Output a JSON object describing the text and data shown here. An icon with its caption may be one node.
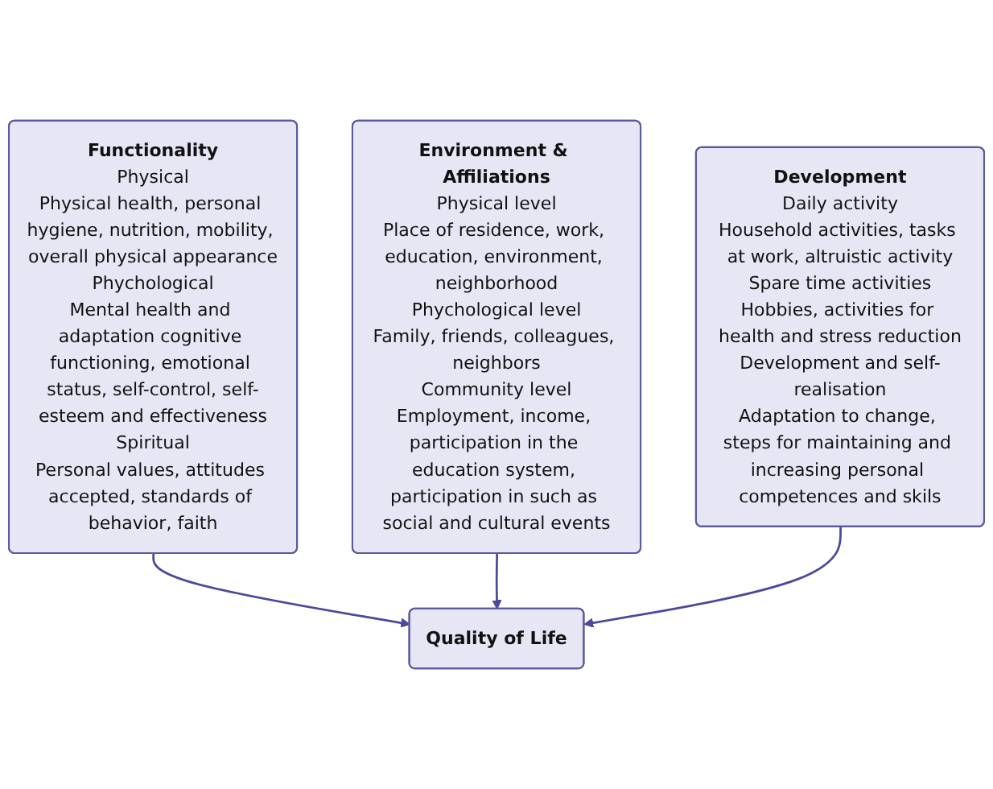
{
  "diagram": {
    "nodes": [
      {
        "text": [
          "Functionality",
          "Physical",
          "Physical health, personal hygiene, nutrition, mobility, overall physical appearance",
          "Phychological",
          "Mental health and adaptation cognitive functioning, emotional status, self-control, self-esteem and effectiveness",
          "Spiritual",
          "Personal values, attitudes accepted, standards of behavior, faith"
        ]
      },
      {
        "text": [
          "Environment & Affiliations",
          "Physical level",
          "Place of residence, work, education, environment, neighborhood",
          "Phychological level",
          "Family, friends, colleagues, neighbors",
          "Community level",
          "Employment, income, participation in the education system, participation in such as social and cultural events"
        ]
      },
      {
        "text": [
          "Quality of Life"
        ]
      },
      {
        "text": [
          "Development",
          "Daily activity",
          "Household activities, tasks at work, altruistic activity",
          "Spare time activities",
          "Hobbies, activities for health and stress reduction",
          "Development and self-realisation",
          "Adaptation to change, steps for maintaining and increasing personal competences and skils"
        ]
      }
    ],
    "edges": [
      {
        "from": 0,
        "to": 2,
        "arrow": "to"
      },
      {
        "from": 1,
        "to": 2,
        "arrow": "to"
      },
      {
        "from": 3,
        "to": 2,
        "arrow": "to"
      }
    ]
  }
}
